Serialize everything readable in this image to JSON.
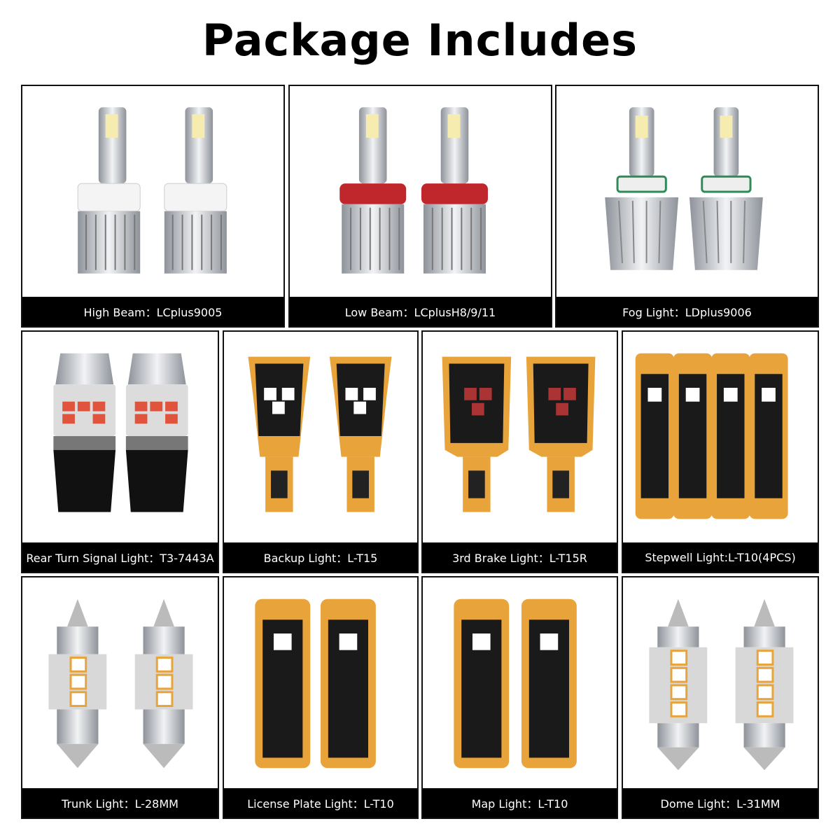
{
  "title": "Package Includes",
  "items": [
    {
      "label": "High Beam：LCplus9005"
    },
    {
      "label": "Low Beam：LCplusH8/9/11"
    },
    {
      "label": "Fog Light：LDplus9006"
    },
    {
      "label": "Rear Turn Signal Light：T3-7443A"
    },
    {
      "label": "Backup Light：L-T15"
    },
    {
      "label": "3rd Brake Light：L-T15R"
    },
    {
      "label": "Stepwell Light:L-T10(4PCS)"
    },
    {
      "label": "Trunk Light：L-28MM"
    },
    {
      "label": "License Plate Light：L-T10"
    },
    {
      "label": "Map Light：L-T10"
    },
    {
      "label": "Dome Light：L-31MM"
    }
  ],
  "colors": {
    "caption_bg": "#000000",
    "pcb_gold": "#E8A33A",
    "pcb_black": "#1a1a1a",
    "chrome": "#c9ccd0",
    "red_collar": "#c0272d",
    "green_ring": "#2e8b57"
  }
}
